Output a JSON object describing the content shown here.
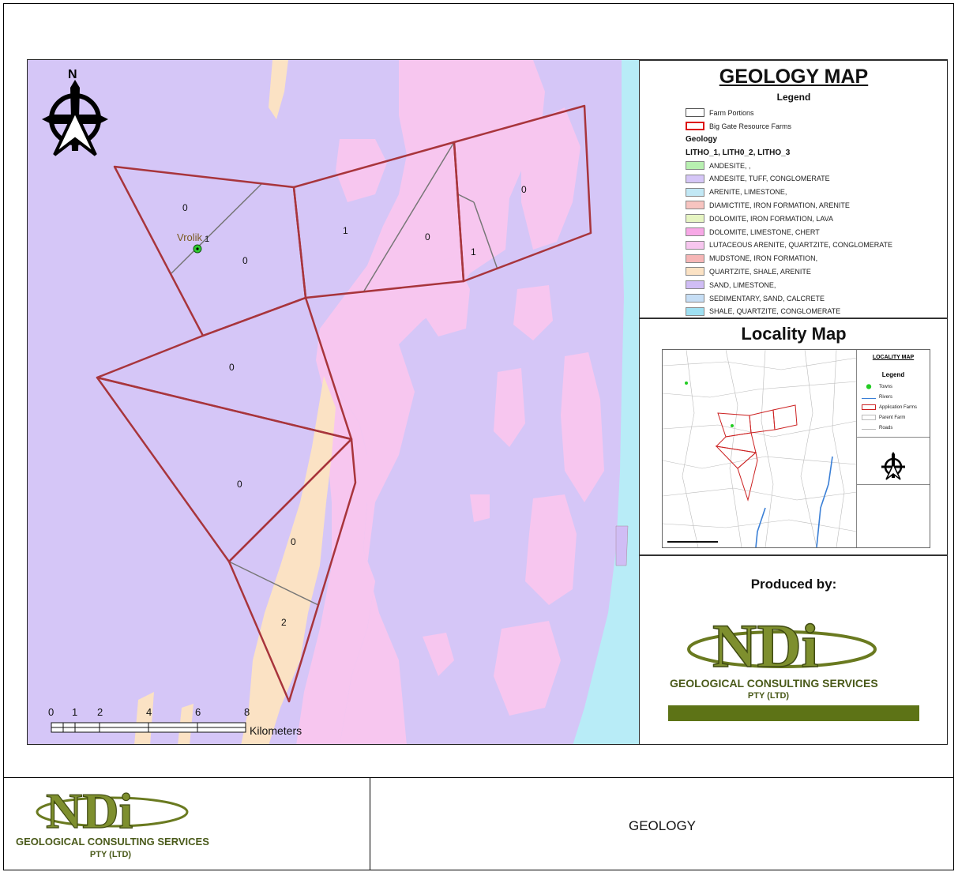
{
  "map": {
    "farm_labels": [
      "0",
      "1",
      "0",
      "0",
      "1",
      "0",
      "0",
      "0",
      "0",
      "2"
    ],
    "place_label": "Vrolik",
    "place_number": "1",
    "scale": {
      "ticks": [
        "0",
        "1",
        "2",
        "4",
        "6",
        "8"
      ],
      "unit": "Kilometers"
    },
    "north_label": "N"
  },
  "legend": {
    "title": "GEOLOGY MAP",
    "subtitle": "Legend",
    "farm_portions": "Farm Portions",
    "big_gate": "Big Gate Resource Farms",
    "geology_heading": "Geology",
    "litho_heading": "LITHO_1, LITH0_2, LITHO_3",
    "items": [
      {
        "label": "ANDESITE, ,",
        "color": "#b8f0b0"
      },
      {
        "label": "ANDESITE, TUFF, CONGLOMERATE",
        "color": "#d5c6f7"
      },
      {
        "label": "ARENITE, LIMESTONE,",
        "color": "#c2e8f5"
      },
      {
        "label": "DIAMICTITE, IRON FORMATION, ARENITE",
        "color": "#f7c4c0"
      },
      {
        "label": "DOLOMITE, IRON FORMATION, LAVA",
        "color": "#e6f5c2"
      },
      {
        "label": "DOLOMITE, LIMESTONE, CHERT",
        "color": "#f7a8e6"
      },
      {
        "label": "LUTACEOUS ARENITE, QUARTZITE, CONGLOMERATE",
        "color": "#f7c6ef"
      },
      {
        "label": "MUDSTONE, IRON FORMATION,",
        "color": "#f6b6b6"
      },
      {
        "label": "QUARTZITE, SHALE, ARENITE",
        "color": "#fbe2c4"
      },
      {
        "label": "SAND, LIMESTONE,",
        "color": "#d0bdf5"
      },
      {
        "label": "SEDIMENTARY, SAND, CALCRETE",
        "color": "#c6def5"
      },
      {
        "label": "SHALE, QUARTZITE, CONGLOMERATE",
        "color": "#9fe0f2"
      }
    ]
  },
  "locality": {
    "title": "Locality Map",
    "inset_title": "LOCALITY MAP",
    "inset_legend": "Legend",
    "inset_items": [
      "Towns",
      "Rivers",
      "Application Farms",
      "Parent Farm",
      "Roads"
    ]
  },
  "produced": {
    "title": "Produced by:",
    "logo_main": "NDi",
    "logo_line1": "GEOLOGICAL CONSULTING SERVICES",
    "logo_line2": "PTY (LTD)"
  },
  "footer": {
    "logo_main": "NDi",
    "logo_line1": "GEOLOGICAL CONSULTING SERVICES",
    "logo_line2": "PTY (LTD)",
    "title": "GEOLOGY"
  },
  "colors": {
    "base": "#d5c6f7",
    "pink": "#f7c6ef",
    "sand": "#fbe2c4",
    "blue": "#b8ecf7",
    "farm_line": "#a8353c",
    "logo_green": "#4a5a1a"
  }
}
